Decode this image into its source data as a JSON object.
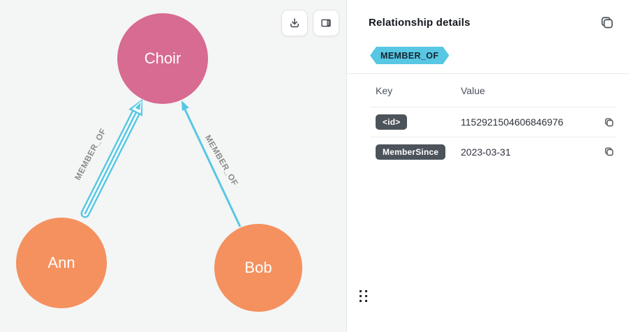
{
  "canvas": {
    "toolbar": {
      "download_button": "download",
      "panel_toggle_button": "toggle-details-panel"
    },
    "nodes": [
      {
        "id": "choir",
        "label": "Choir",
        "color": "#d76b91"
      },
      {
        "id": "ann",
        "label": "Ann",
        "color": "#f4915f"
      },
      {
        "id": "bob",
        "label": "Bob",
        "color": "#f4915f"
      }
    ],
    "relationships": [
      {
        "from": "Ann",
        "to": "Choir",
        "type": "MEMBER_OF",
        "selected": true
      },
      {
        "from": "Bob",
        "to": "Choir",
        "type": "MEMBER_OF",
        "selected": false
      }
    ]
  },
  "panel": {
    "title": "Relationship details",
    "type_badge": "MEMBER_OF",
    "table": {
      "key_header": "Key",
      "value_header": "Value",
      "rows": [
        {
          "key": "<id>",
          "value": "1152921504606846976"
        },
        {
          "key": "MemberSince",
          "value": "2023-03-31"
        }
      ]
    }
  },
  "colors": {
    "node_choir": "#d76b91",
    "node_person": "#f4915f",
    "relationship": "#57c7e3",
    "relationship_label_text": "#8b8b8b",
    "key_badge": "#4d535b",
    "canvas_background": "#f4f5f5",
    "panel_background": "#ffffff"
  }
}
